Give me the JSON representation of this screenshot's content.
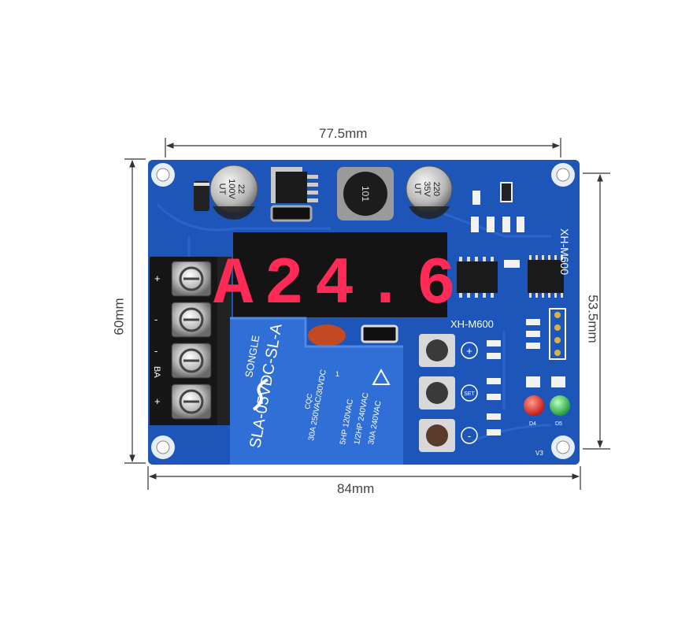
{
  "dimensions": {
    "top_width": "77.5mm",
    "bottom_width": "84mm",
    "left_height": "60mm",
    "right_height": "53.5mm"
  },
  "board": {
    "model_label": "XH-M600",
    "model_label_vertical": "XH-M600",
    "display_digits": "A24.6",
    "version_label": "V3",
    "terminal_labels": [
      "+",
      "-",
      "-",
      "+"
    ],
    "terminal_group_labels": [
      "BA"
    ],
    "button_labels": [
      "+",
      "SET",
      "-"
    ],
    "inductor_marking": "101",
    "capacitor_left": [
      "22",
      "100V",
      "UT"
    ],
    "capacitor_right": [
      "220",
      "35V",
      "UT"
    ],
    "relay": {
      "brand": "SONGLE",
      "model": "SLA-05VDC-SL-A",
      "ratings": [
        "30A 250VAC/30VDC",
        "5HP 120VAC",
        "1/2HP 240VAC",
        "30A 240VAC"
      ],
      "pin_label": "1",
      "cert_label": "CQC"
    },
    "led_labels": [
      "D4",
      "D5"
    ]
  },
  "colors": {
    "pcb": "#1e55b8",
    "pcb_dark": "#17449a",
    "terminal": "#1a1a1a",
    "relay": "#2f6fd6",
    "display": "#151515",
    "segment": "#ff2a55",
    "led_red": "#e8281e",
    "led_green": "#2fc24a"
  }
}
